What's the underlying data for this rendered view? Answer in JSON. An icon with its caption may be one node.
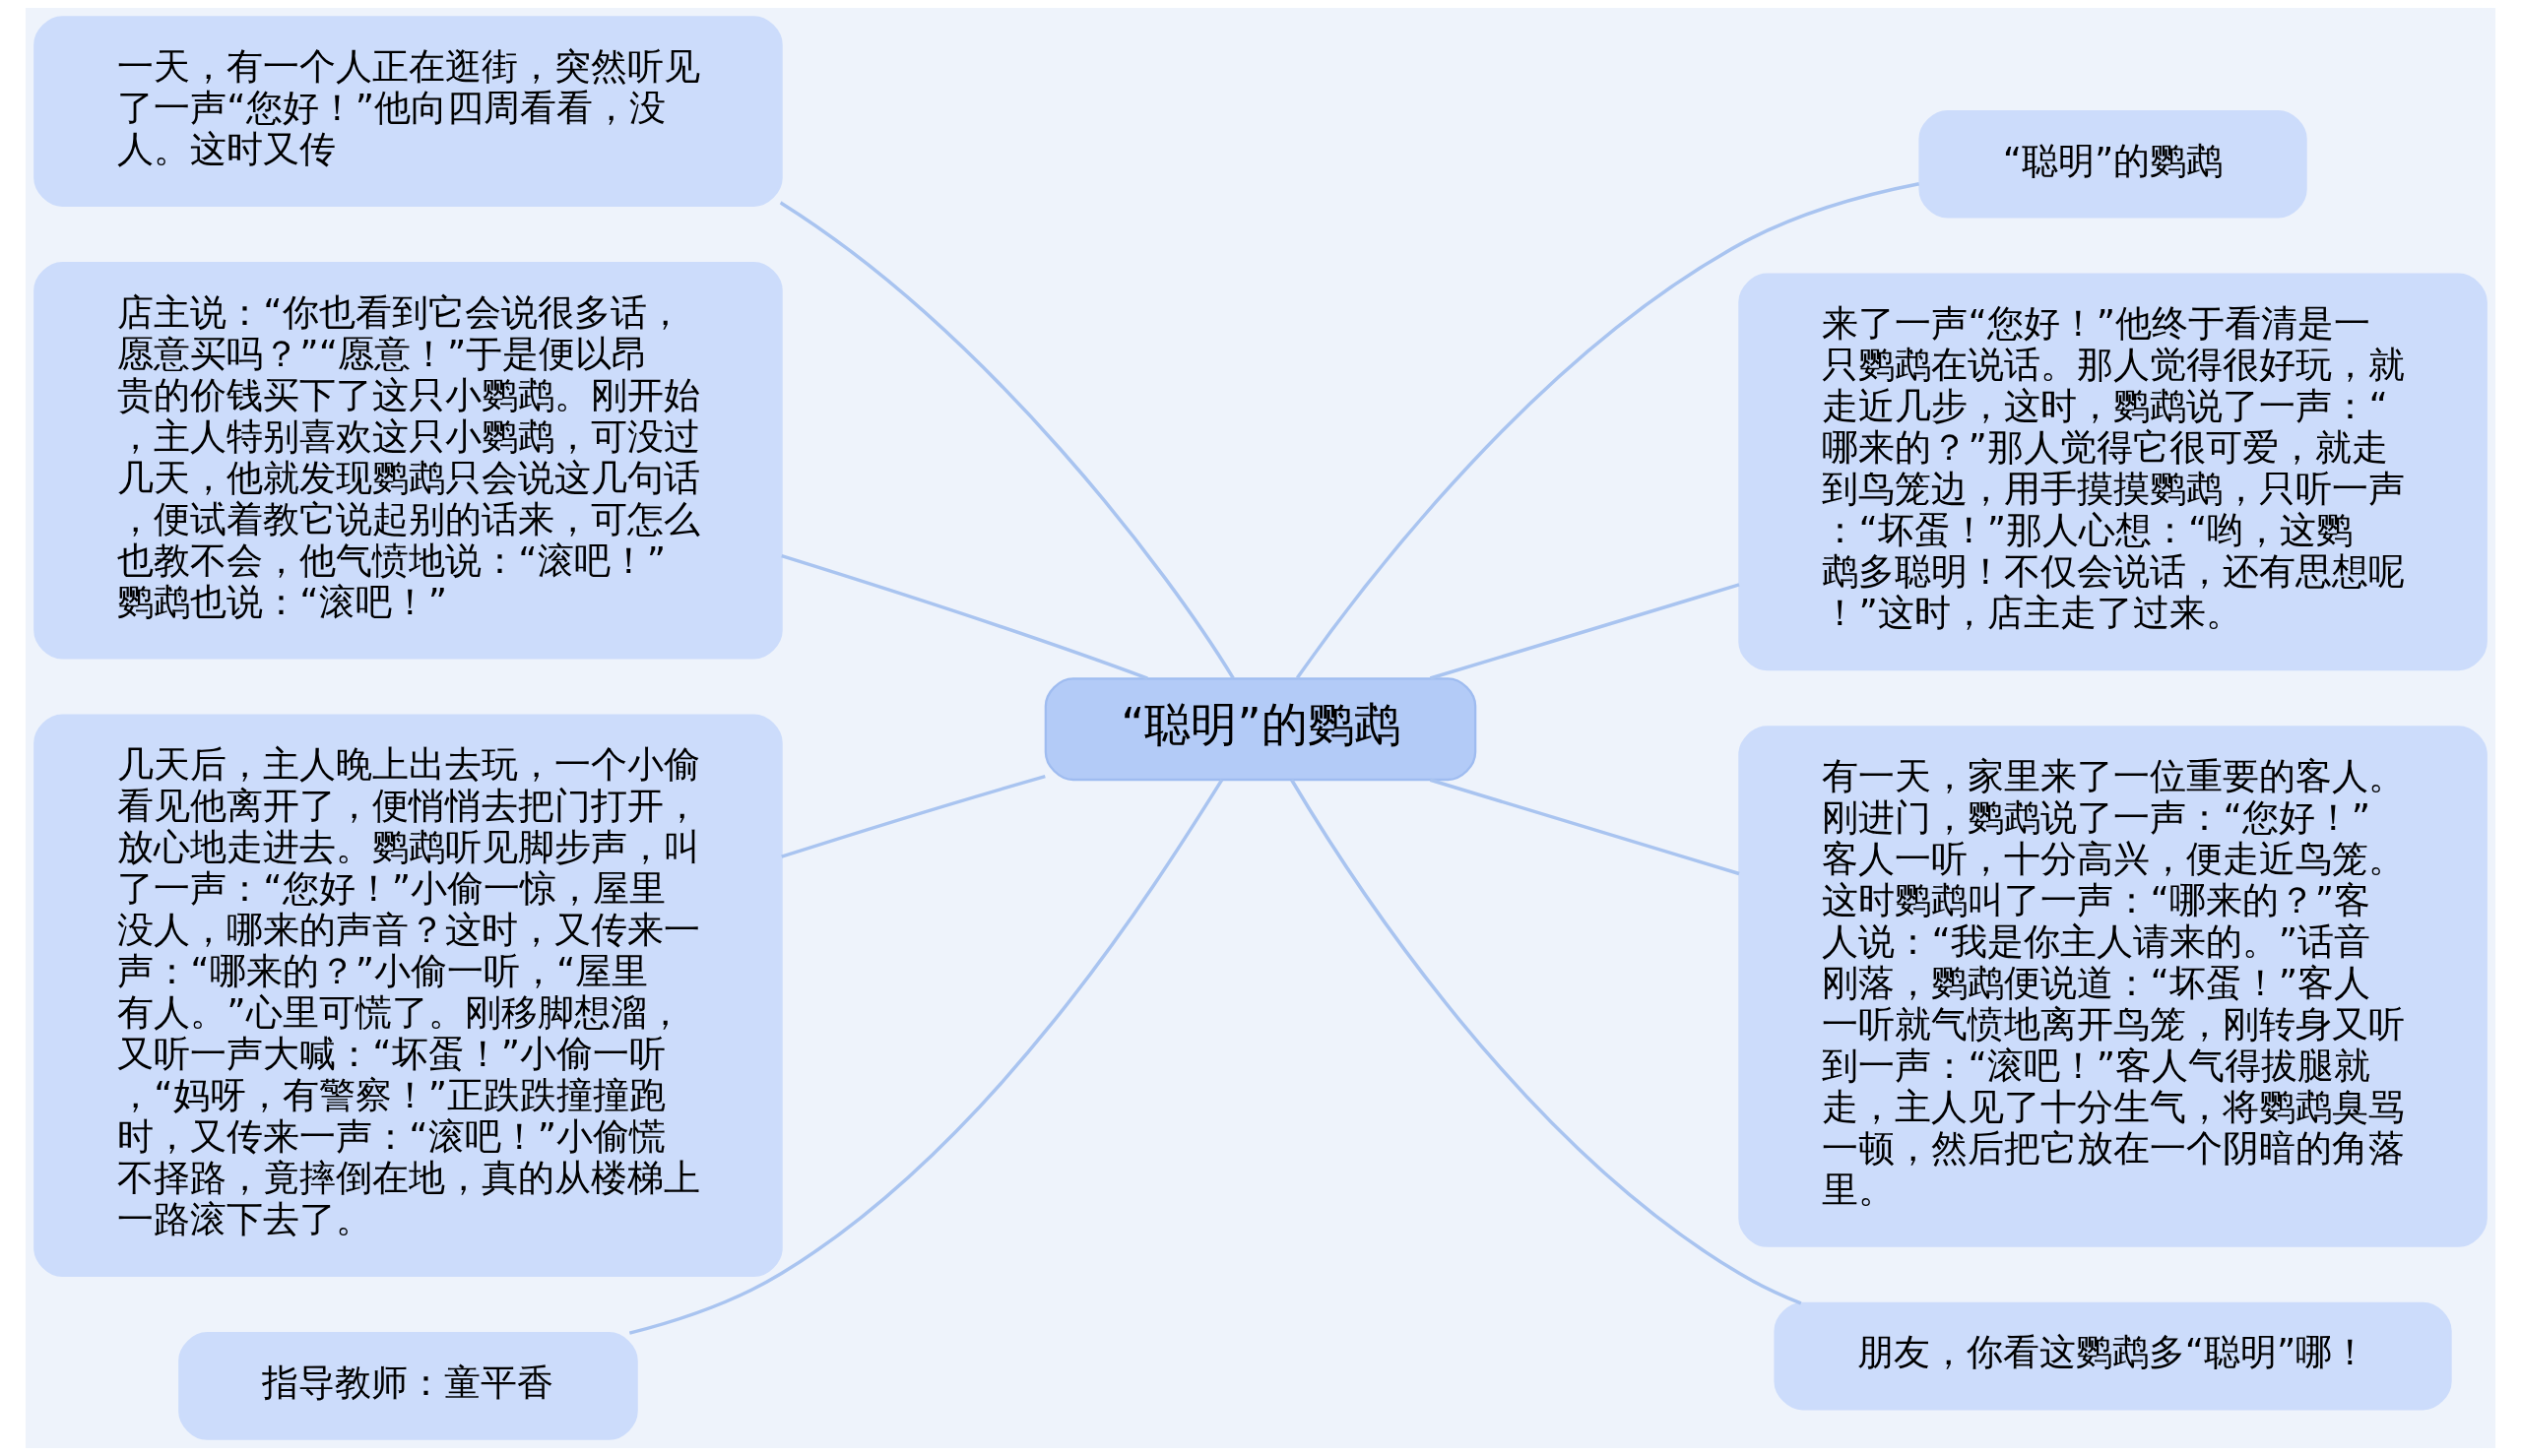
{
  "diagram": {
    "nodes": [
      {
        "text": [
          "“聪明”的鹦鹉"
        ]
      },
      {
        "text": [
          "一天，有一个人正在逛街，突然听见了一声“您好！”他向四周看看，没人。这时又传"
        ]
      },
      {
        "text": [
          "店主说：“你也看到它会说很多话，愿意买吗？”“愿意！”于是便以昂贵的价钱买下了这只小鹦鹉。刚开始，主人特别喜欢这只小鹦鹉，可没过几天，他就发现鹦鹉只会说这几句话，便试着教它说起别的话来，可怎么也教不会，他气愤地说：“滚吧！”鹦鹉也说：“滚吧！”"
        ]
      },
      {
        "text": [
          "几天后，主人晚上出去玩，一个小偷看见他离开了，便悄悄去把门打开，放心地走进去。鹦鹉听见脚步声，叫了一声：“您好！”小偷一惊，屋里没人，哪来的声音？这时，又传来一声：“哪来的？”小偷一听，“屋里有人。”心里可慌了。刚移脚想溜，又听一声大喊：“坏蛋！”小偷一听，“妈呀，有警察！”正跌跌撞撞跑时，又传来一声：“滚吧！”小偷慌不择路，竟摔倒在地，真的从楼梯上一路滚下去了。"
        ]
      },
      {
        "text": [
          "指导教师：童平香"
        ]
      },
      {
        "text": [
          "“聪明”的鹦鹉"
        ]
      },
      {
        "text": [
          "来了一声“您好！”他终于看清是一只鹦鹉在说话。那人觉得很好玩，就走近几步，这时，鹦鹉说了一声：“哪来的？”那人觉得它很可爱，就走到鸟笼边，用手摸摸鹦鹉，只听一声：“坏蛋！”那人心想：“哟，这鹦鹉多聪明！不仅会说话，还有思想呢！”这时，店主走了过来。"
        ]
      },
      {
        "text": [
          "有一天，家里来了一位重要的客人。刚进门，鹦鹉说了一声：“您好！”客人一听，十分高兴，便走近鸟笼。这时鹦鹉叫了一声：“哪来的？”客人说：“我是你主人请来的。”话音刚落，鹦鹉便说道：“坏蛋！”客人一听就气愤地离开鸟笼，刚转身又听到一声：“滚吧！”客人气得拔腿就走，主人见了十分生气，将鹦鹉臭骂一顿，然后把它放在一个阴暗的角落里。"
        ]
      },
      {
        "text": [
          "朋友，你看这鹦鹉多“聪明”哪！"
        ]
      }
    ],
    "edges": [
      {
        "from": 0,
        "to": 1,
        "arrow": "none"
      },
      {
        "from": 0,
        "to": 2,
        "arrow": "none"
      },
      {
        "from": 0,
        "to": 3,
        "arrow": "none"
      },
      {
        "from": 0,
        "to": 4,
        "arrow": "none"
      },
      {
        "from": 0,
        "to": 5,
        "arrow": "none"
      },
      {
        "from": 0,
        "to": 6,
        "arrow": "none"
      },
      {
        "from": 0,
        "to": 7,
        "arrow": "none"
      },
      {
        "from": 0,
        "to": 8,
        "arrow": "none"
      }
    ]
  }
}
